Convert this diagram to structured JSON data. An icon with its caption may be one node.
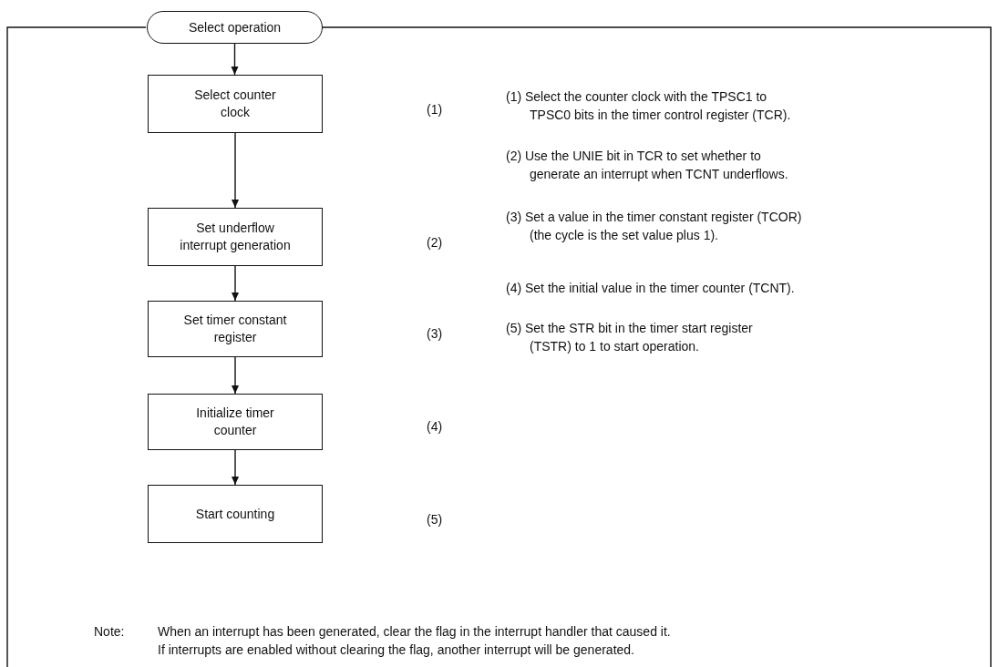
{
  "diagram": {
    "nodes": [
      {
        "text": [
          "Select operation"
        ]
      },
      {
        "text": [
          "Select counter clock"
        ]
      },
      {
        "text": [
          "Set underflow interrupt generation"
        ]
      },
      {
        "text": [
          "Set timer constant register"
        ]
      },
      {
        "text": [
          "Initialize timer counter"
        ]
      },
      {
        "text": [
          "Start counting"
        ]
      }
    ],
    "edges": [
      {
        "from": 0,
        "to": 1,
        "arrow": "to"
      },
      {
        "from": 1,
        "to": 2,
        "arrow": "to"
      },
      {
        "from": 2,
        "to": 3,
        "arrow": "to"
      },
      {
        "from": 3,
        "to": 4,
        "arrow": "to"
      },
      {
        "from": 4,
        "to": 5,
        "arrow": "to"
      }
    ],
    "labels": [
      "(1)",
      "(2)",
      "(3)",
      "(4)",
      "(5)",
      "(1) Select the counter clock with the TPSC1 to TPSC0 bits in the timer control register (TCR).",
      "(2) Use the UNIE bit in TCR to set whether to generate an interrupt when TCNT underflows.",
      "(3) Set a value in the timer constant register (TCOR) (the cycle is the set value plus 1).",
      "(4) Set the initial value in the timer counter (TCNT).",
      "(5) Set the STR bit in the timer start register (TSTR) to 1 to start operation.",
      "Note:",
      "When an interrupt has been generated, clear the flag in the interrupt handler that caused it.",
      "If interrupts are enabled without clearing the flag, another interrupt will be generated."
    ]
  }
}
